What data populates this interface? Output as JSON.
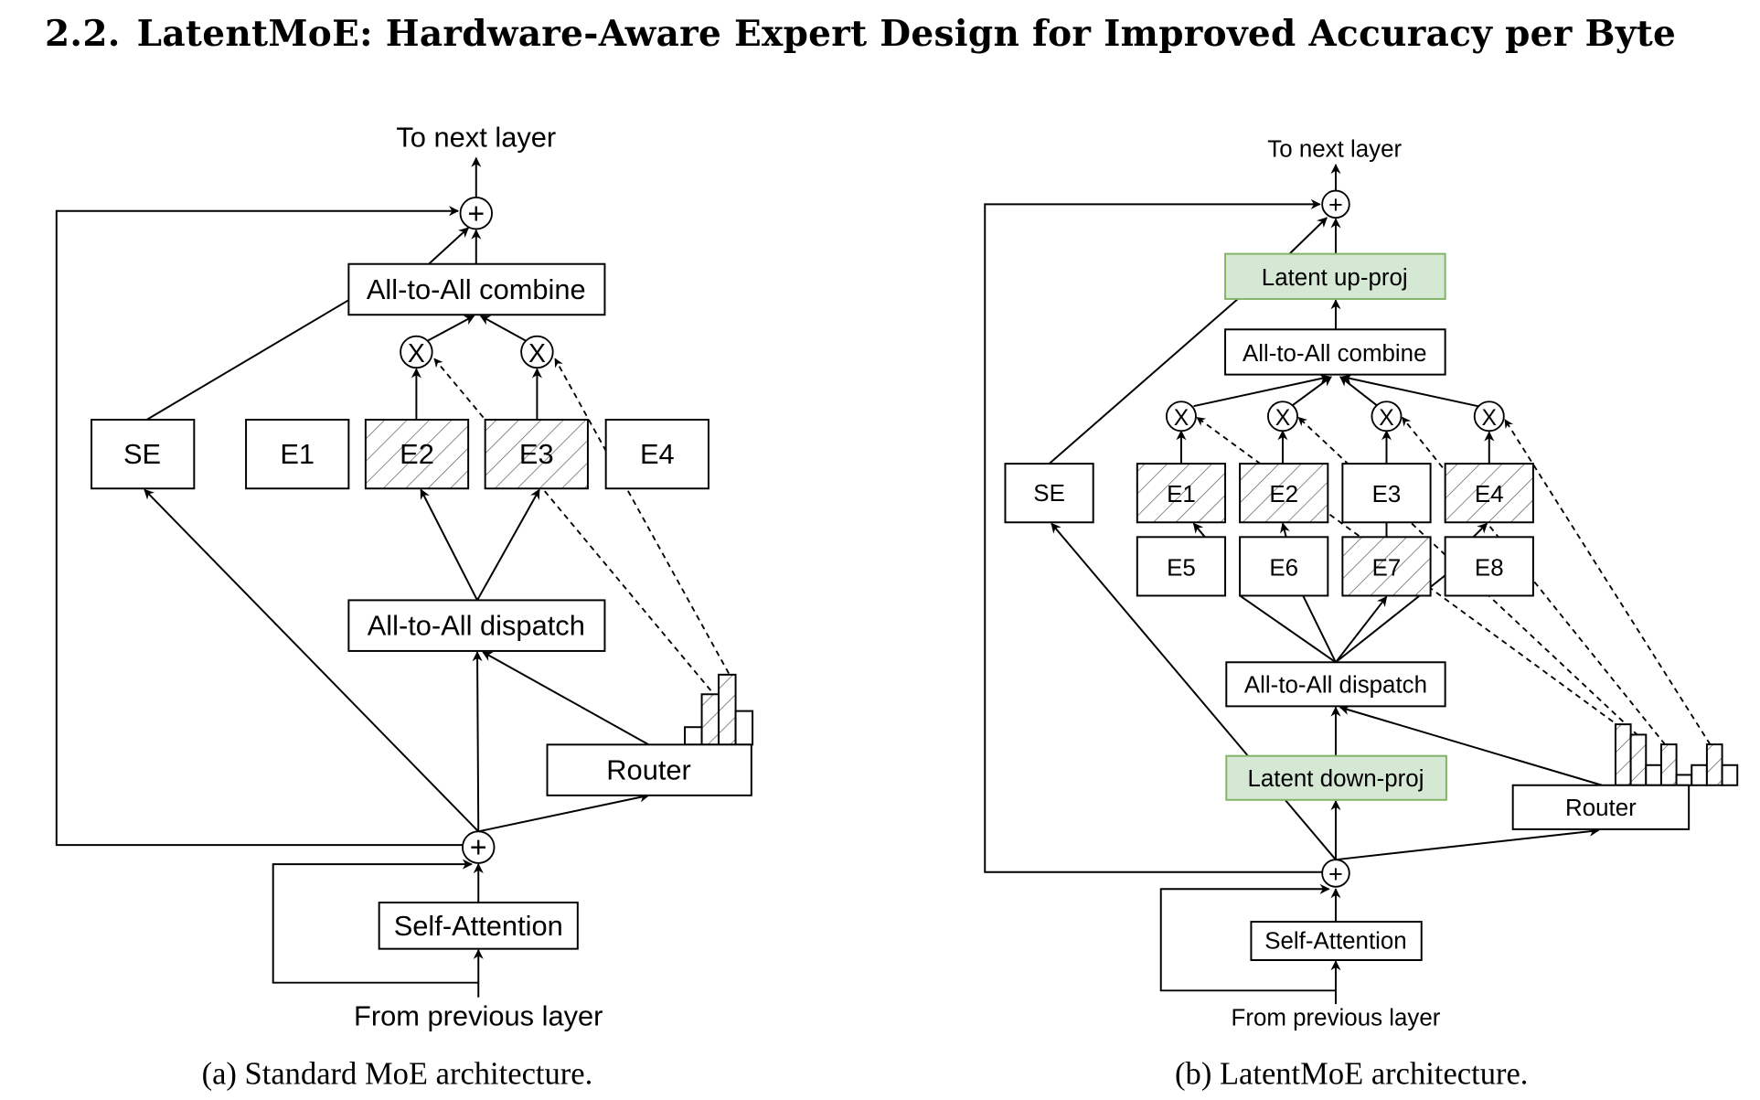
{
  "section": {
    "number": "2.2.",
    "title": "LatentMoE: Hardware-Aware Expert Design for Improved Accuracy per Byte"
  },
  "figures": [
    {
      "id": "a",
      "caption": "(a) Standard MoE architecture.",
      "labels": {
        "top": "To next layer",
        "bottom": "From previous layer",
        "combine": "All-to-All combine",
        "dispatch": "All-to-All dispatch",
        "router": "Router",
        "attention": "Self-Attention",
        "shared_expert": "SE",
        "add_symbol": "+",
        "mul_symbol": "X"
      },
      "experts": [
        {
          "label": "E1",
          "selected": false
        },
        {
          "label": "E2",
          "selected": true
        },
        {
          "label": "E3",
          "selected": true
        },
        {
          "label": "E4",
          "selected": false
        }
      ],
      "router_histogram": [
        {
          "score": 0.25,
          "selected": false
        },
        {
          "score": 0.72,
          "selected": true
        },
        {
          "score": 1.0,
          "selected": true
        },
        {
          "score": 0.48,
          "selected": false
        }
      ]
    },
    {
      "id": "b",
      "caption": "(b) LatentMoE architecture.",
      "labels": {
        "top": "To next layer",
        "bottom": "From previous layer",
        "up_proj": "Latent up-proj",
        "down_proj": "Latent down-proj",
        "combine": "All-to-All combine",
        "dispatch": "All-to-All dispatch",
        "router": "Router",
        "attention": "Self-Attention",
        "shared_expert": "SE",
        "add_symbol": "+",
        "mul_symbol": "X"
      },
      "experts": [
        {
          "label": "E1",
          "selected": true
        },
        {
          "label": "E2",
          "selected": true
        },
        {
          "label": "E3",
          "selected": false
        },
        {
          "label": "E4",
          "selected": true
        },
        {
          "label": "E5",
          "selected": false
        },
        {
          "label": "E6",
          "selected": false
        },
        {
          "label": "E7",
          "selected": true
        },
        {
          "label": "E8",
          "selected": false
        }
      ],
      "router_histogram": [
        {
          "score": 1.0,
          "selected": true
        },
        {
          "score": 0.83,
          "selected": true
        },
        {
          "score": 0.33,
          "selected": false
        },
        {
          "score": 0.67,
          "selected": true
        },
        {
          "score": 0.17,
          "selected": false
        },
        {
          "score": 0.33,
          "selected": false
        },
        {
          "score": 0.67,
          "selected": true
        },
        {
          "score": 0.33,
          "selected": false
        }
      ]
    }
  ],
  "colors": {
    "latent_fill": "#d5e8d4",
    "latent_border": "#82b366"
  }
}
